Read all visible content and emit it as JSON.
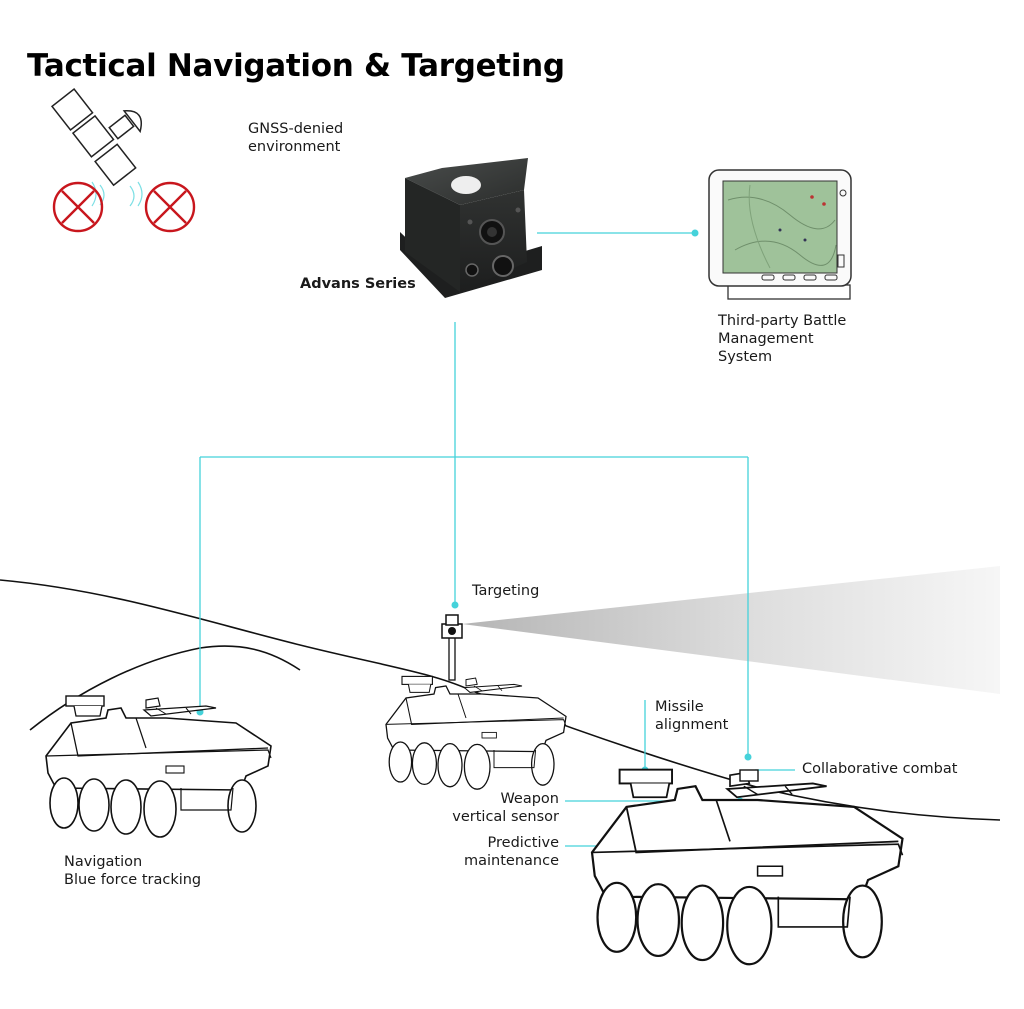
{
  "title": "Tactical Navigation & Targeting",
  "colors": {
    "connector": "#45d2da",
    "cross": "#c8161d",
    "device": "#2a2c2b",
    "screen": "#9fc29a",
    "line": "#111111"
  },
  "labels": {
    "gnss": [
      "GNSS-denied",
      "environment"
    ],
    "device": "Advans Series",
    "bms": [
      "Third-party Battle",
      "Management",
      "System"
    ],
    "targeting": "Targeting",
    "missile": [
      "Missile",
      "alignment"
    ],
    "collab": "Collaborative combat",
    "weapon": [
      "Weapon",
      "vertical sensor"
    ],
    "predictive": [
      "Predictive",
      "maintenance"
    ],
    "navigation": [
      "Navigation",
      "Blue force tracking"
    ]
  },
  "icons": {
    "satellite": "satellite-icon",
    "no_signal": "no-signal-icon",
    "device": "imu-device-icon",
    "monitor": "monitor-icon",
    "vehicle": "armored-vehicle-icon",
    "beam": "targeting-beam-icon"
  }
}
